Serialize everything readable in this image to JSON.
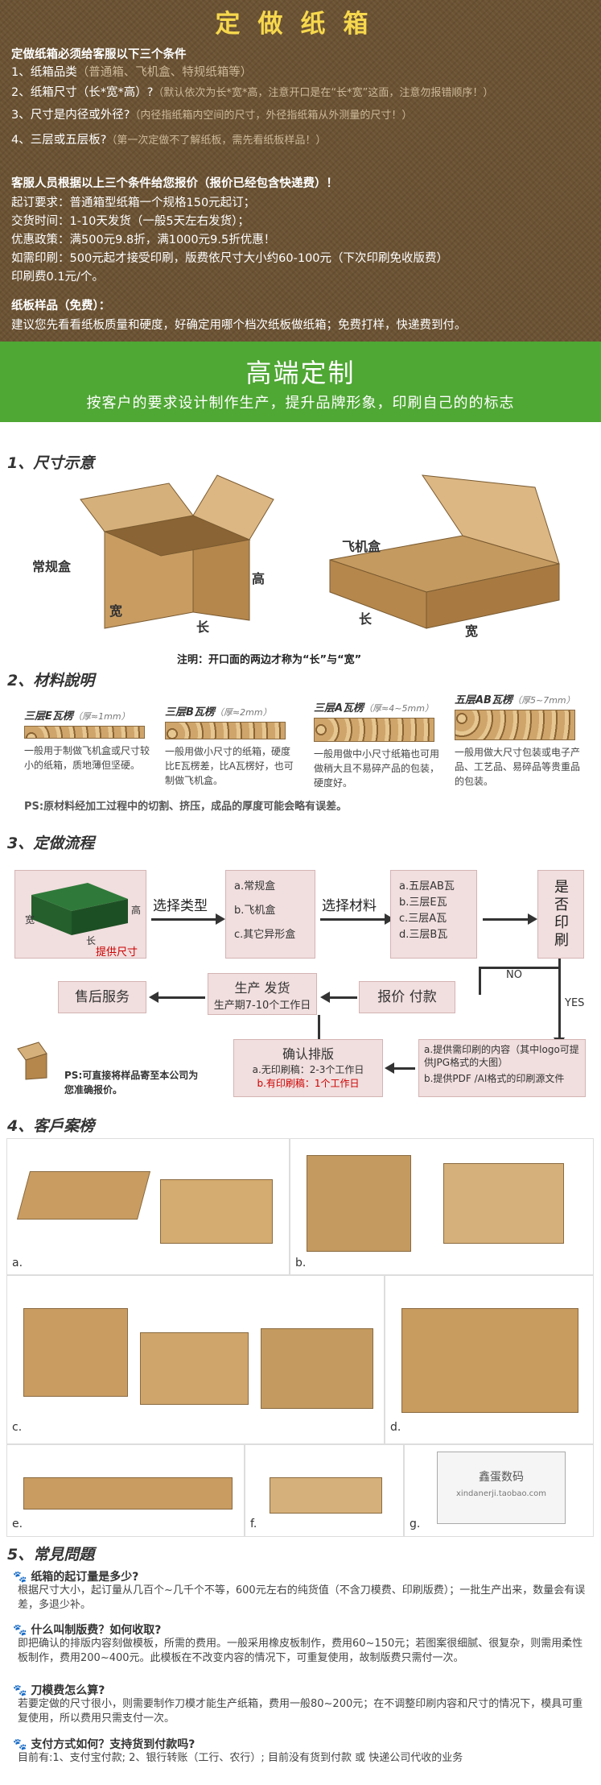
{
  "top": {
    "title": "定做纸箱",
    "cond_title": "定做纸箱必须给客服以下三个条件",
    "c1": "1、纸箱品类",
    "c1_note": "（普通箱、飞机盒、特规纸箱等）",
    "c2": "2、纸箱尺寸（长*宽*高）?",
    "c2_note": "（默认依次为长*宽*高，注意开口是在“长*宽”这面，注意勿报错顺序！）",
    "c3": "3、尺寸是内径或外径?",
    "c3_note": "（内径指纸箱内空间的尺寸，外径指纸箱从外测量的尺寸！）",
    "c4": "4、三层或五层板?",
    "c4_note": "（第一次定做不了解纸板，需先看纸板样品！）",
    "quote_title": "客服人员根据以上三个条件给您报价（报价已经包含快递费）！",
    "q1": "起订要求：普通箱型纸箱一个规格150元起订；",
    "q2": "交货时间：1-10天发货（一般5天左右发货）；",
    "q3": "优惠政策：满500元9.8折，满1000元9.5折优惠！",
    "q4": "如需印刷：500元起才接受印刷，版费依尺寸大小约60-100元（下次印刷免收版费）",
    "q5": "印刷费0.1元/个。",
    "sample_title": "纸板样品（免费）：",
    "sample_text": "建议您先看看纸板质量和硬度，好确定用哪个档次纸板做纸箱；免费打样，快递费到付。"
  },
  "banner": {
    "title": "高端定制",
    "subtitle": "按客户的要求设计制作生产，提升品牌形象，印刷自己的的标志"
  },
  "s1": {
    "title": "1、尺寸示意",
    "box1": "常规盒",
    "box2": "飞机盒",
    "high": "高",
    "wide": "宽",
    "long": "长",
    "note": "注明：开口面的两边才称为“长”与“宽”"
  },
  "s2": {
    "title": "2、材料說明",
    "m1": {
      "name": "三层E瓦楞",
      "thick": "（厚≈1mm）",
      "desc": "一般用于制做飞机盒或尺寸较小的纸箱，质地薄但坚硬。"
    },
    "m2": {
      "name": "三层B瓦楞",
      "thick": "（厚≈2mm）",
      "desc": "一般用做小尺寸的纸箱，硬度比E瓦楞差，比A瓦楞好，也可制做飞机盒。"
    },
    "m3": {
      "name": "三层A瓦楞",
      "thick": "（厚≈4~5mm）",
      "desc": "一般用做中小尺寸纸箱也可用做稍大且不易碎产品的包装，硬度好。"
    },
    "m4": {
      "name": "五层AB瓦楞",
      "thick": "（厚5~7mm）",
      "desc": "一般用做大尺寸包装或电子产品、工艺品、易碎品等贵重品的包装。"
    },
    "ps": "PS:原材料经加工过程中的切割、挤压，成品的厚度可能会略有误差。"
  },
  "s3": {
    "title": "3、定做流程",
    "provide": "提供尺寸",
    "sel_type": "选择类型",
    "t1": "a.常规盒",
    "t2": "b.飞机盒",
    "t3": "c.其它异形盒",
    "sel_mat": "选择材料",
    "mt1": "a.五层AB瓦",
    "mt2": "b.三层E瓦",
    "mt3": "c.三层A瓦",
    "mt4": "d.三层B瓦",
    "print": "是否印刷",
    "no": "NO",
    "yes": "YES",
    "after": "售后服务",
    "prod": "生产 发货",
    "prod_sub": "生产期7-10个工作日",
    "quote": "报价 付款",
    "confirm": "确认排版",
    "cf1": "a.无印刷稿：2-3个工作日",
    "cf2": "b.有印刷稿：1个工作日",
    "pa": "a.提供需印刷的内容（其中logo可提供JPG格式的大图）",
    "pb": "b.提供PDF /AI格式的印刷源文件",
    "ps": "PS:可直接将样品寄至本公司为您准确报价。",
    "dim_long": "长",
    "dim_wide": "宽",
    "dim_high": "高"
  },
  "s4": {
    "title": "4、客戶案榜",
    "labels": [
      "a.",
      "b.",
      "c.",
      "d.",
      "e.",
      "f.",
      "g."
    ],
    "g_text": "鑫蛋数码",
    "g_url": "xindanerji.taobao.com"
  },
  "s5": {
    "title": "5、常見問題",
    "q1": "纸箱的起订量是多少?",
    "a1": "根据尺寸大小，起订量从几百个~几千个不等，600元左右的纯货值（不含刀模费、印刷版费）；一批生产出来，数量会有误差，多退少补。",
    "q2": "什么叫制版费？如何收取?",
    "a2": "即把确认的排版内容刻做模板，所需的费用。一般采用橡皮板制作，费用60~150元；若图案很细腻、很复杂，则需用柔性板制作，费用200~400元。此模板在不改变内容的情况下，可重复使用，故制版费只需付一次。",
    "q3": "刀模费怎么算?",
    "a3": "若要定做的尺寸很小，则需要制作刀模才能生产纸箱，费用一般80~200元；在不调整印刷内容和尺寸的情况下，模具可重复使用，所以费用只需支付一次。",
    "q4": "支付方式如何？支持货到付款吗?",
    "a4": "目前有:1、支付宝付款; 2、银行转账（工行、农行）; 目前没有货到付款 或 快递公司代收的业务"
  },
  "colors": {
    "brown": "#6b5233",
    "yellow": "#f5c827",
    "green": "#4fa734",
    "flow": "#f1dede"
  }
}
